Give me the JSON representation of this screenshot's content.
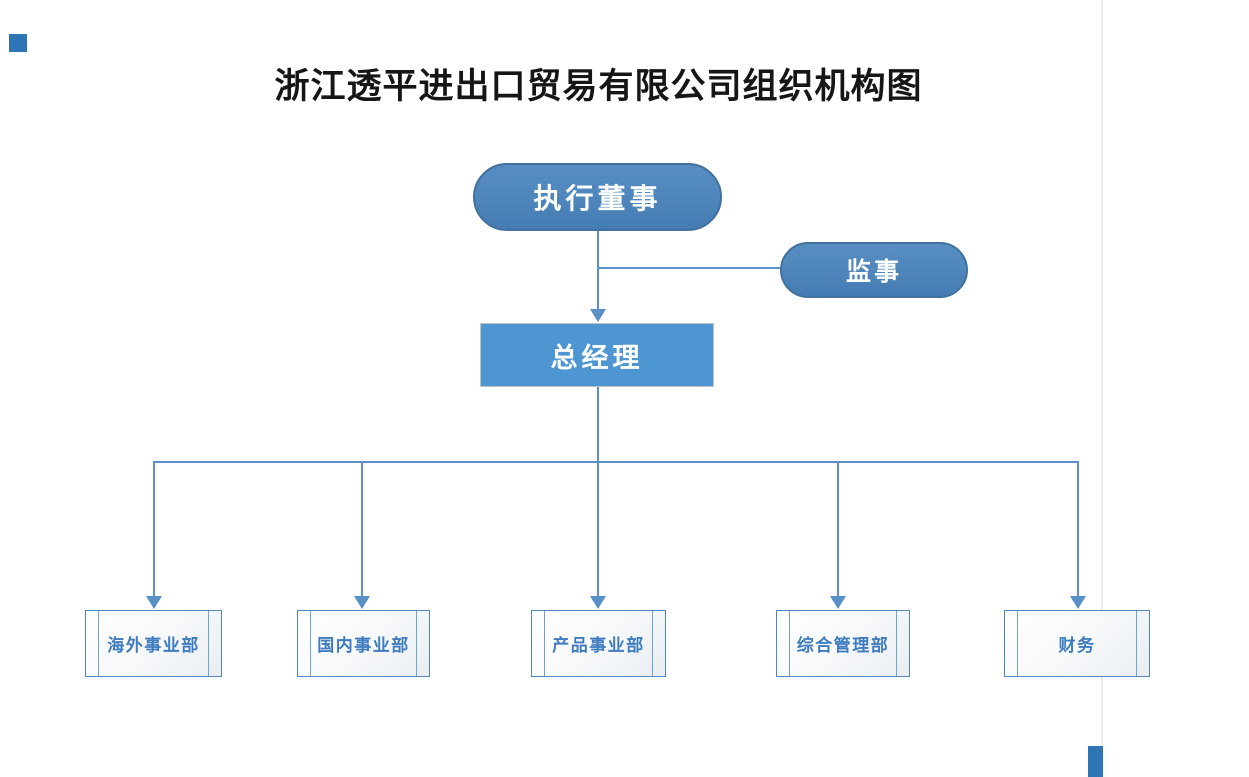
{
  "title": "浙江透平进出口贸易有限公司组织机构图",
  "nodes": {
    "director": {
      "label": "执行董事",
      "shape": "pill"
    },
    "supervisor": {
      "label": "监事",
      "shape": "pill"
    },
    "manager": {
      "label": "总经理",
      "shape": "rectangle"
    }
  },
  "departments": [
    {
      "label": "海外事业部"
    },
    {
      "label": "国内事业部"
    },
    {
      "label": "产品事业部"
    },
    {
      "label": "综合管理部"
    },
    {
      "label": "财务"
    }
  ],
  "colors": {
    "pill_fill": "#4E86BC",
    "pill_border": "#41719C",
    "manager_fill": "#4D96D2",
    "connector": "#5B8FC7",
    "dept_border": "#4E87C0",
    "dept_text": "#3F7CBF",
    "title_text": "#161616",
    "marker_blue": "#2E75B6",
    "page_line": "#EDEDEE",
    "background": "#FFFFFF"
  }
}
